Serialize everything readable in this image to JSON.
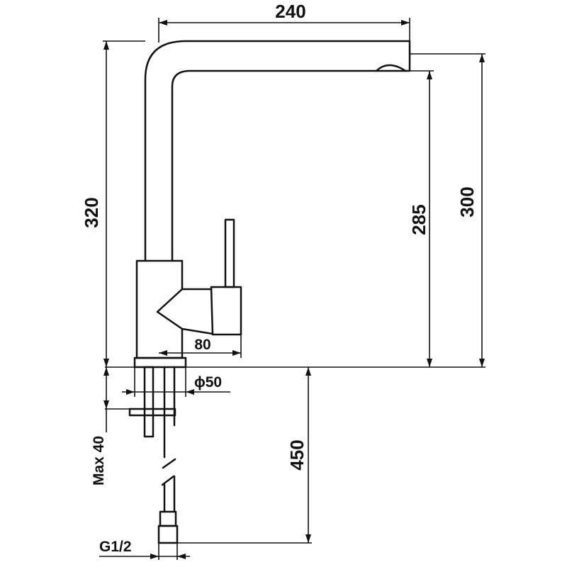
{
  "dimensions": {
    "spout_reach": "240",
    "total_height": "320",
    "outlet_height": "285",
    "spout_height": "300",
    "handle_reach": "80",
    "base_diameter": "ϕ50",
    "max_counter_thickness": "Max 40",
    "supply_length": "450",
    "thread": "G1/2"
  },
  "colors": {
    "line": "#111111",
    "background": "#ffffff"
  }
}
